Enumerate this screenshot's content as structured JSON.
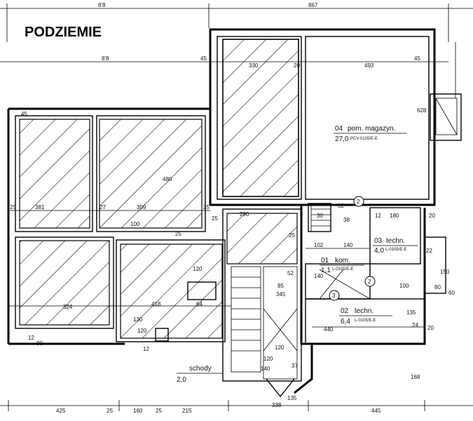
{
  "title": "PODZIEMIE",
  "colors": {
    "ink": "#000000",
    "paper": "#ffffff"
  },
  "top_dims": {
    "d1": "8'8",
    "d2": "867",
    "d3": "8'8",
    "d4": "45",
    "d5": "45",
    "d6": "493",
    "d7": "330",
    "d8": "628",
    "d9": "20",
    "d10": "45"
  },
  "rooms": {
    "r04": {
      "num": "04",
      "name": "pom. magazyn.",
      "area": "27,0",
      "code": "PCV-0105/E-E"
    },
    "r03": {
      "num": "03",
      "name": "techn.",
      "area": "4,0",
      "code": "L-0105/E-E"
    },
    "r01": {
      "num": "01",
      "name": "kom.",
      "area": "1,1",
      "code": "L-0105/E-E"
    },
    "r02": {
      "num": "02",
      "name": "techn.",
      "area": "6,4",
      "code": "L-0105/E-E"
    },
    "schody": {
      "name": "schody",
      "area": "2,0"
    }
  },
  "markers": {
    "m2a": "2",
    "m2b": "2",
    "m3": "3"
  },
  "inner_dims": {
    "a1": "381",
    "a2": "309",
    "a3": "27",
    "a4": "25",
    "a5": "25",
    "a6": "25",
    "a7": "25",
    "a8": "480",
    "a9": "100",
    "a10": "290",
    "a11": "25",
    "a12": "32",
    "a13": "38",
    "a14": "180",
    "a15": "12",
    "a16": "102",
    "a17": "140",
    "a18": "52",
    "a19": "85",
    "a20": "120",
    "a21": "324",
    "a22": "418",
    "a23": "12",
    "a24": "80",
    "a25": "130",
    "a26": "120",
    "a27": "64",
    "a28": "12",
    "a29": "140",
    "a30": "37",
    "a31": "440",
    "a32": "135",
    "a33": "24",
    "a34": "100",
    "a35": "60",
    "a36": "150",
    "a37": "20",
    "a38": "20",
    "a39": "22",
    "a40": "80",
    "a41": "168",
    "a42": "120",
    "a43": "120",
    "a44": "140",
    "a45": "345",
    "a46": "30"
  },
  "bottom_dims": {
    "b1": "425",
    "b2": "25",
    "b3": "160",
    "b4": "25",
    "b5": "215",
    "b6": "338",
    "b7": "135",
    "b8": "445"
  }
}
